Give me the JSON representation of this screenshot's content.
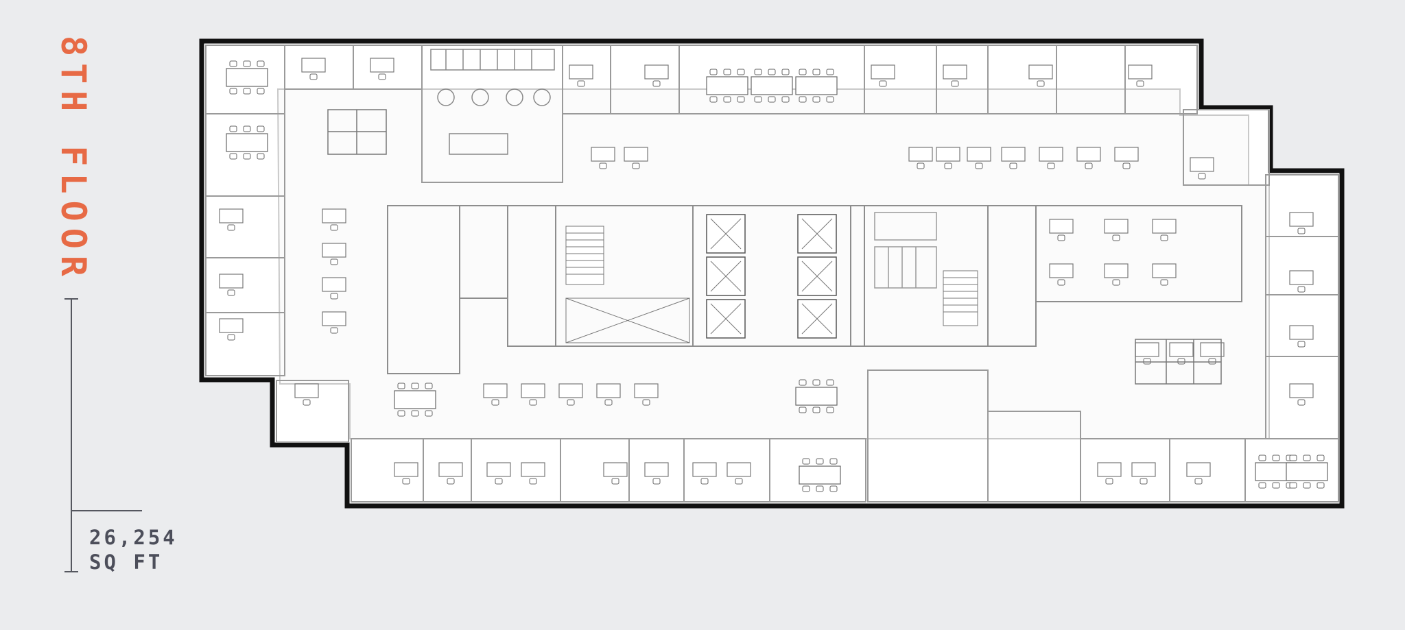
{
  "floor": {
    "name": "8TH FLOOR"
  },
  "area": {
    "value": "26,254",
    "unit": "SQ FT"
  },
  "colors": {
    "accent": "#e76a45",
    "text": "#4c4e5a",
    "background": "#ebecee",
    "plan_outline": "#111111"
  },
  "plan": {
    "labels_legible": false
  }
}
